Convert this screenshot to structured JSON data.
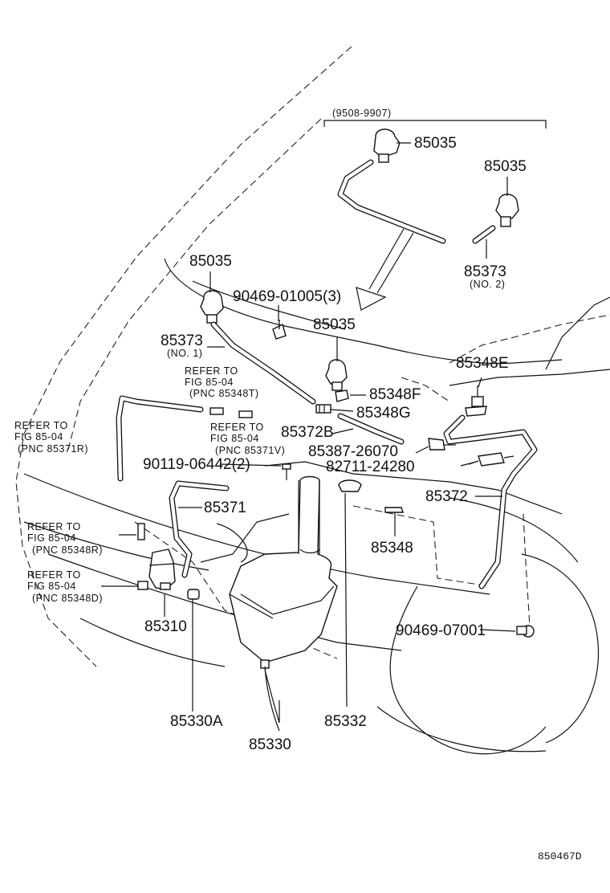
{
  "labels": {
    "date_range": "(9508-9907)",
    "nozzle_top_1": "85035",
    "nozzle_top_2": "85035",
    "hose_no2_part": "85373",
    "hose_no2_note": "(NO. 2)",
    "nozzle_left": "85035",
    "clip_part": "90469-01005(3)",
    "nozzle_mid": "85035",
    "hose_no1_part": "85373",
    "hose_no1_note": "(NO. 1)",
    "refer_1_line1": "REFER TO",
    "refer_1_line2": "FIG 85-04",
    "refer_1_line3": "(PNC 85348T)",
    "joint_e": "85348E",
    "joint_f": "85348F",
    "joint_g": "85348G",
    "refer_2_line1": "REFER TO",
    "refer_2_line2": "FIG 85-04",
    "refer_2_line3": "(PNC 85371V)",
    "hose_b": "85372B",
    "refer_3_line1": "REFER TO",
    "refer_3_line2": "FIG 85-04",
    "refer_3_line3": "(PNC 85371R)",
    "check_valve": "85387-26070",
    "clamp": "82711-24280",
    "screw": "90119-06442(2)",
    "hose_85372": "85372",
    "hose_85371": "85371",
    "refer_4_line1": "REFER TO",
    "refer_4_line2": "FIG 85-04",
    "refer_4_line3": "(PNC 85348R)",
    "joint_85348": "85348",
    "refer_5_line1": "REFER TO",
    "refer_5_line2": "FIG 85-04",
    "refer_5_line3": "(PNC 85348D)",
    "pump": "85310",
    "grommet_clip": "90469-07001",
    "grommet": "85330A",
    "cap": "85332",
    "tank": "85330",
    "diagram_code": "850467D"
  },
  "colors": {
    "line": "#111111",
    "background": "#ffffff"
  }
}
